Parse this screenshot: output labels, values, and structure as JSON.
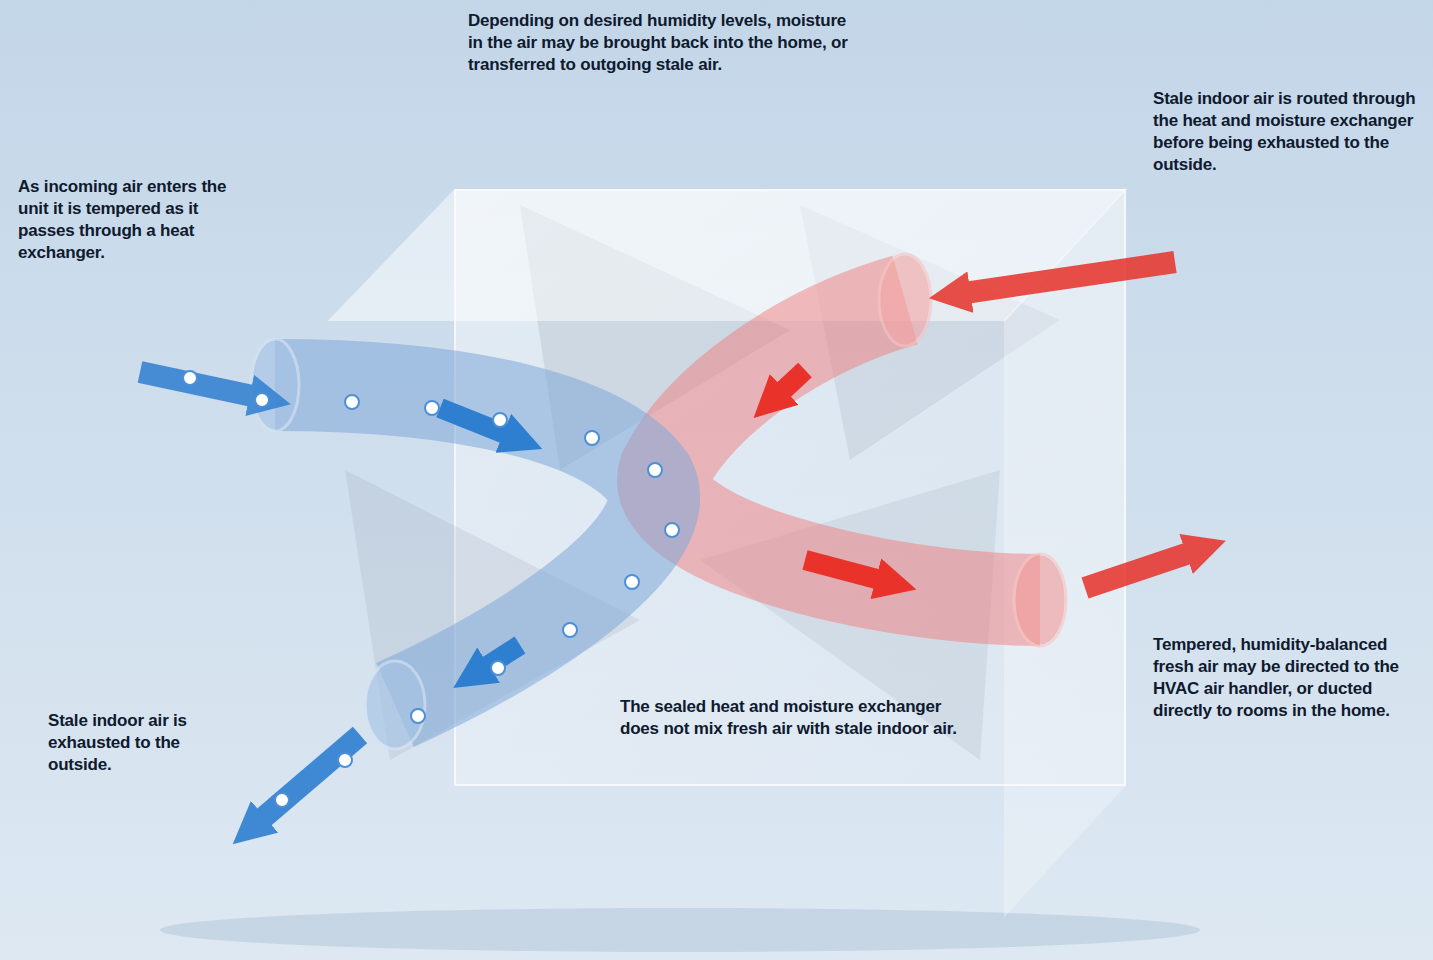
{
  "diagram": {
    "labels": [
      "Depending on desired humidity levels, moisture in the air may be brought back into the home, or transferred to outgoing stale air.",
      "Stale indoor air is routed through the heat and moisture exchanger before being exhausted to the outside.",
      "As incoming air enters the unit it is tempered as it passes through a heat exchanger.",
      "Tempered, humidity-balanced fresh air may be directed to the HVAC air handler, or ducted directly to rooms in the home.",
      "Stale indoor air is exhausted to the outside.",
      "The sealed heat and moisture exchanger does not mix fresh air with stale indoor air."
    ]
  }
}
